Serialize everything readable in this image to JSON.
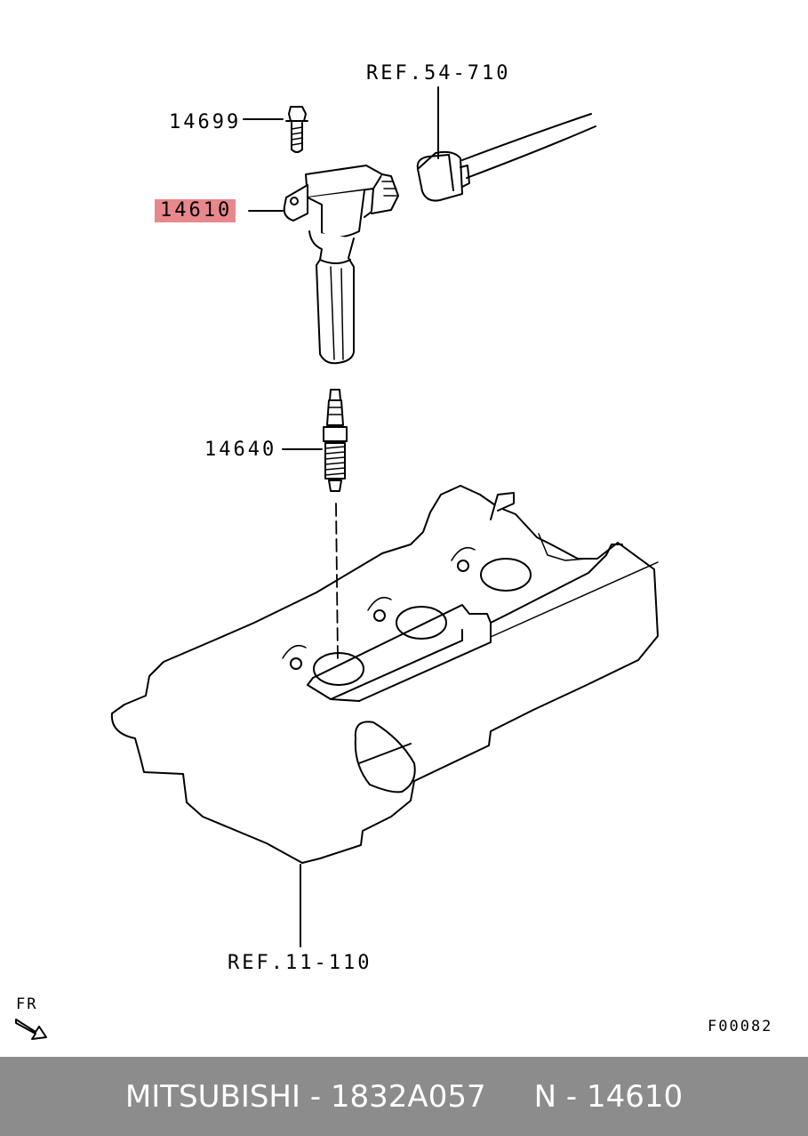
{
  "callouts": {
    "bolt": "14699",
    "ignition_coil": "14610",
    "spark_plug": "14640",
    "connector_ref": "REF.54-710",
    "cover_ref": "REF.11-110"
  },
  "front_indicator": "FR",
  "figure_code": "F00082",
  "highlight_color": "#e8888c",
  "footer": {
    "brand": "MITSUBISHI",
    "part_number": "1832A057",
    "ref_number": "N - 14610",
    "text": "MITSUBISHI - 1832A057     N - 14610"
  }
}
